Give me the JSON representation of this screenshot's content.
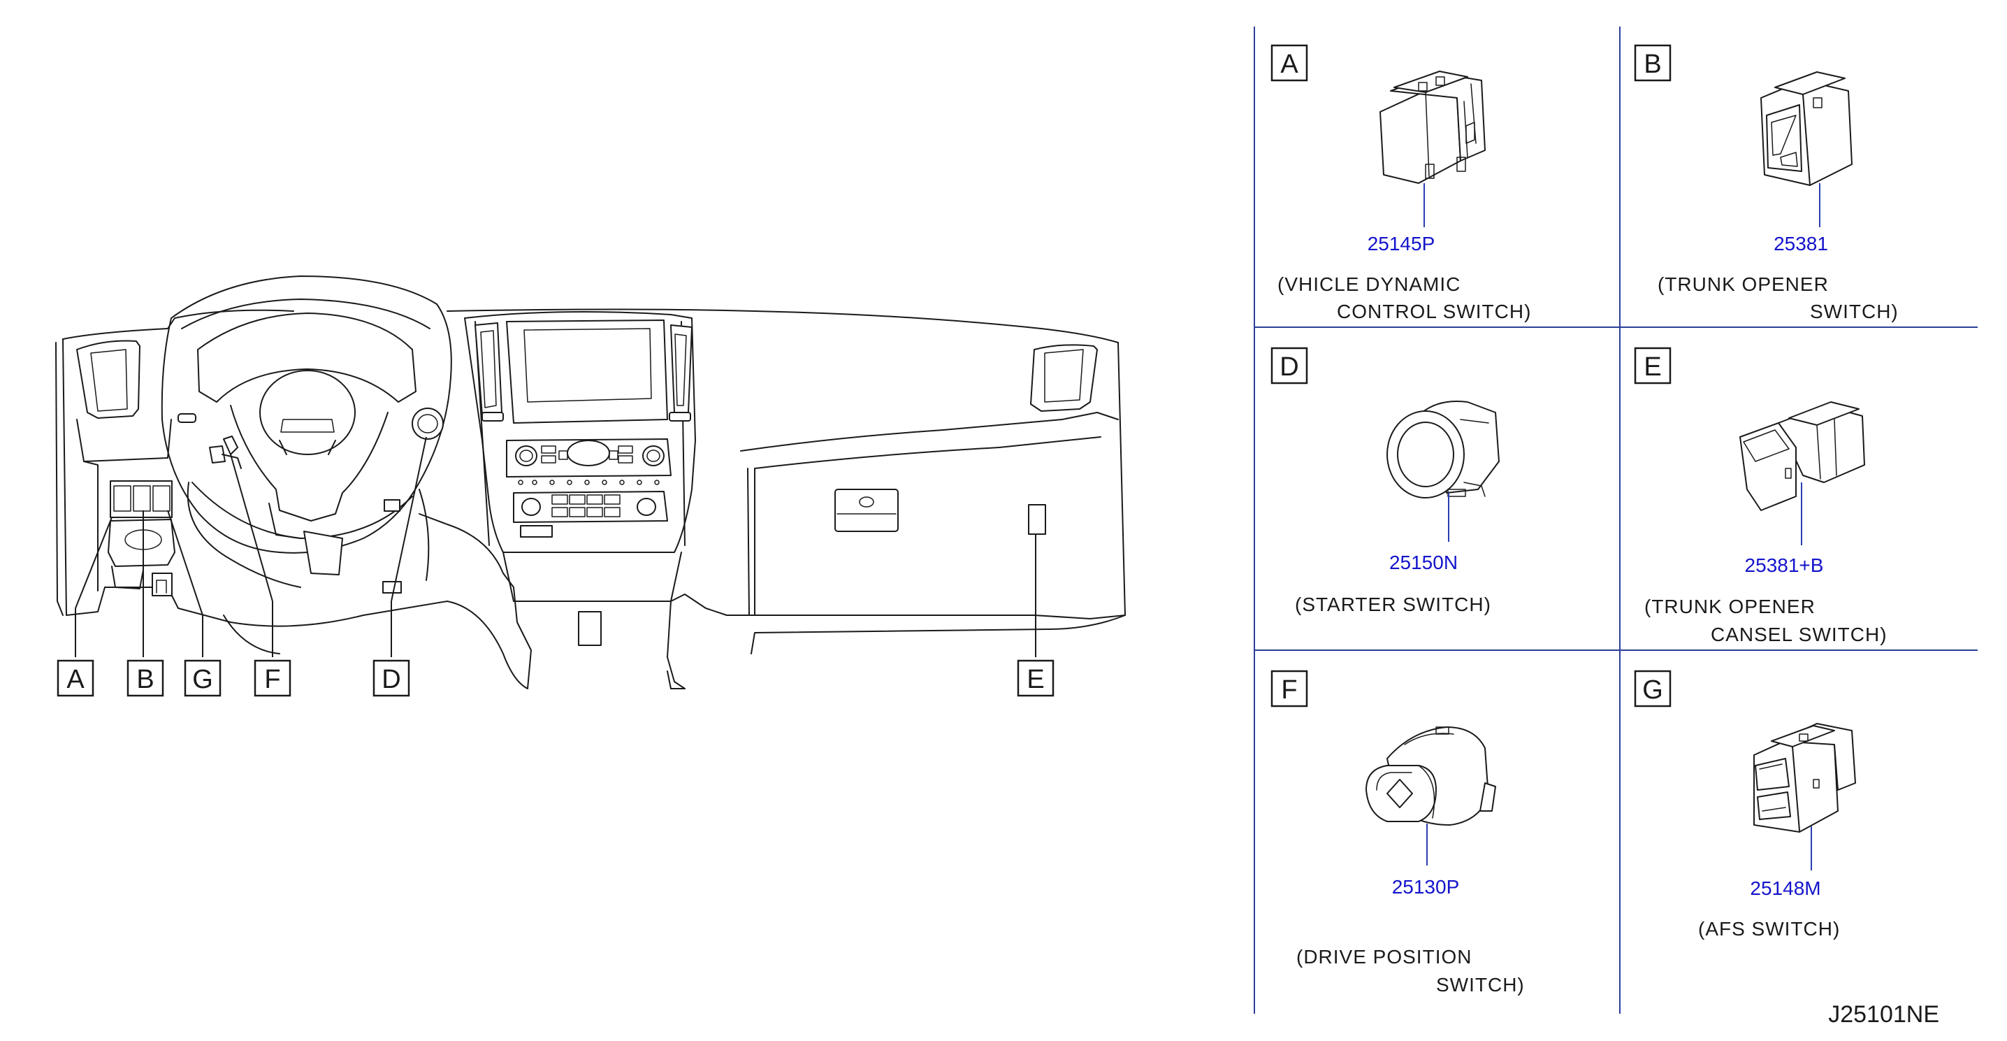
{
  "diagram_id": "J25101NE",
  "overview_callouts": [
    "A",
    "B",
    "G",
    "F",
    "D",
    "E"
  ],
  "parts": [
    {
      "letter": "A",
      "part_number": "25145P",
      "desc_line1": "(VHICLE   DYNAMIC",
      "desc_line2": "CONTROL   SWITCH)",
      "icon": "push-switch-icon"
    },
    {
      "letter": "B",
      "part_number": "25381",
      "desc_line1": "(TRUNK   OPENER",
      "desc_line2": "SWITCH)",
      "icon": "rocker-switch-icon"
    },
    {
      "letter": "D",
      "part_number": "25150N",
      "desc_line1": "(STARTER   SWITCH)",
      "desc_line2": "",
      "icon": "round-push-button-icon"
    },
    {
      "letter": "E",
      "part_number": "25381+B",
      "desc_line1": "(TRUNK   OPENER",
      "desc_line2": "CANSEL   SWITCH)",
      "icon": "cancel-switch-icon"
    },
    {
      "letter": "F",
      "part_number": "25130P",
      "desc_line1": "(DRIVE   POSITION",
      "desc_line2": "SWITCH)",
      "icon": "steering-column-switch-icon"
    },
    {
      "letter": "G",
      "part_number": "25148M",
      "desc_line1": "(AFS   SWITCH)",
      "desc_line2": "",
      "icon": "afs-switch-icon"
    }
  ]
}
